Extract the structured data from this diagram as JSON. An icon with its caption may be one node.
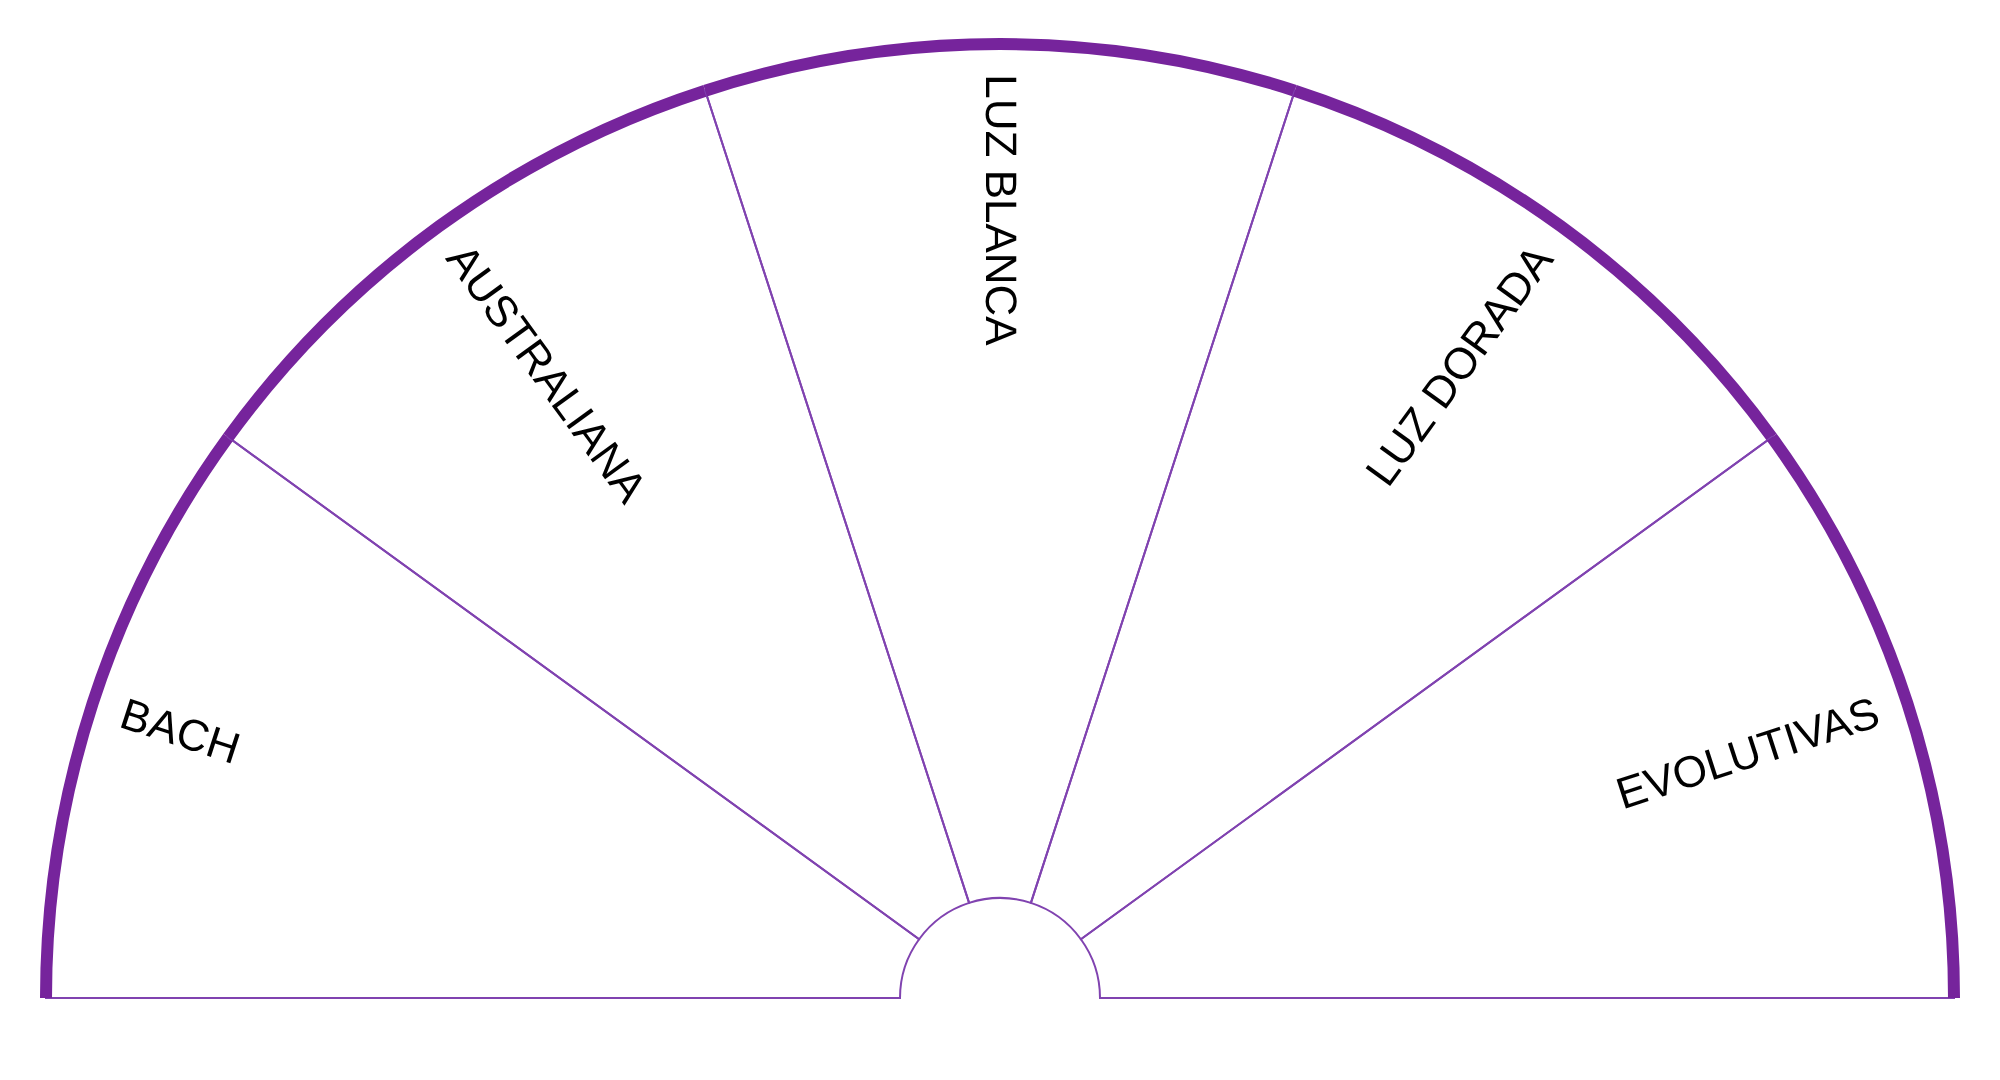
{
  "diagram": {
    "nodes": [
      {
        "text": [
          "BACH"
        ]
      },
      {
        "text": [
          "AUSTRALIANA"
        ]
      },
      {
        "text": [
          "LUZ BLANCA"
        ]
      },
      {
        "text": [
          "LUZ DORADA"
        ]
      },
      {
        "text": [
          "EVOLUTIVAS"
        ]
      }
    ]
  }
}
